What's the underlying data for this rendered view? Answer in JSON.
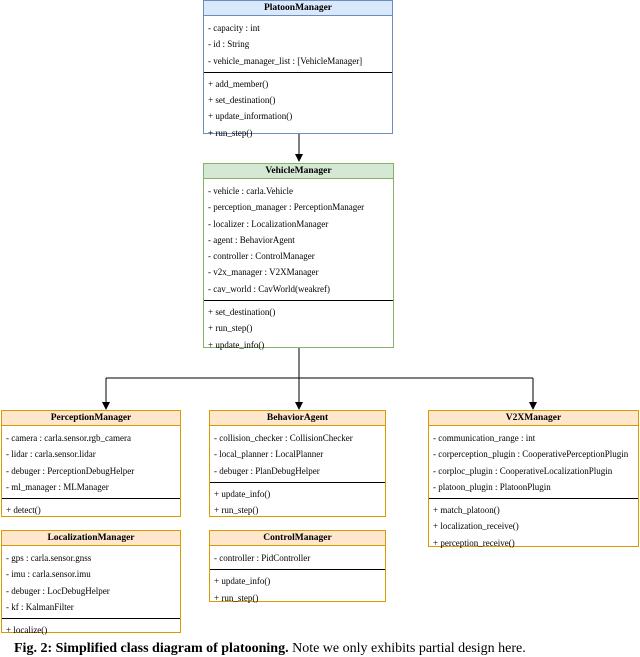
{
  "platoon_manager": {
    "title": "PlatoonManager",
    "attributes": [
      "- capacity : int",
      "- id : String",
      "- vehicle_manager_list : [VehicleManager]"
    ],
    "methods": [
      "+ add_member()",
      "+ set_destination()",
      "+ update_information()",
      "+ run_step()"
    ]
  },
  "vehicle_manager": {
    "title": "VehicleManager",
    "attributes": [
      "- vehicle : carla.Vehicle",
      "- perception_manager : PerceptionManager",
      "- localizer : LocalizationManager",
      "- agent : BehaviorAgent",
      "- controller : ControlManager",
      "- v2x_manager : V2XManager",
      "- cav_world : CavWorld(weakref)"
    ],
    "methods": [
      "+ set_destination()",
      "+ run_step()",
      "+ update_info()"
    ]
  },
  "perception_manager": {
    "title": "PerceptionManager",
    "attributes": [
      "- camera : carla.sensor.rgb_camera",
      "- lidar : carla.sensor.lidar",
      "- debuger : PerceptionDebugHelper",
      "- ml_manager : MLManager"
    ],
    "methods": [
      "+ detect()"
    ]
  },
  "behavior_agent": {
    "title": "BehaviorAgent",
    "attributes": [
      "- collision_checker : CollisionChecker",
      "- local_planner : LocalPlanner",
      "- debuger : PlanDebugHelper"
    ],
    "methods": [
      "+ update_info()",
      "+ run_step()"
    ]
  },
  "v2x_manager": {
    "title": "V2XManager",
    "attributes": [
      "- communication_range : int",
      "- corperception_plugin : CooperativePerceptionPlugin",
      "- corploc_plugin : CooperativeLocalizationPlugin",
      "- platoon_plugin : PlatoonPlugin"
    ],
    "methods": [
      "+ match_platoon()",
      "+ localization_receive()",
      "+ perception_receive()"
    ]
  },
  "localization_manager": {
    "title": "LocalizationManager",
    "attributes": [
      "- gps : carla.sensor.gnss",
      "- imu : carla.sensor.imu",
      "- debuger : LocDebugHelper",
      "- kf : KalmanFilter"
    ],
    "methods": [
      "+ localize()"
    ]
  },
  "control_manager": {
    "title": "ControlManager",
    "attributes": [
      "- controller : PidController"
    ],
    "methods": [
      "+ update_info()",
      "+ run_step()"
    ]
  },
  "caption": {
    "label": "Fig. 2: Simplified class diagram of platooning.",
    "text": " Note we only exhibits partial design here."
  }
}
